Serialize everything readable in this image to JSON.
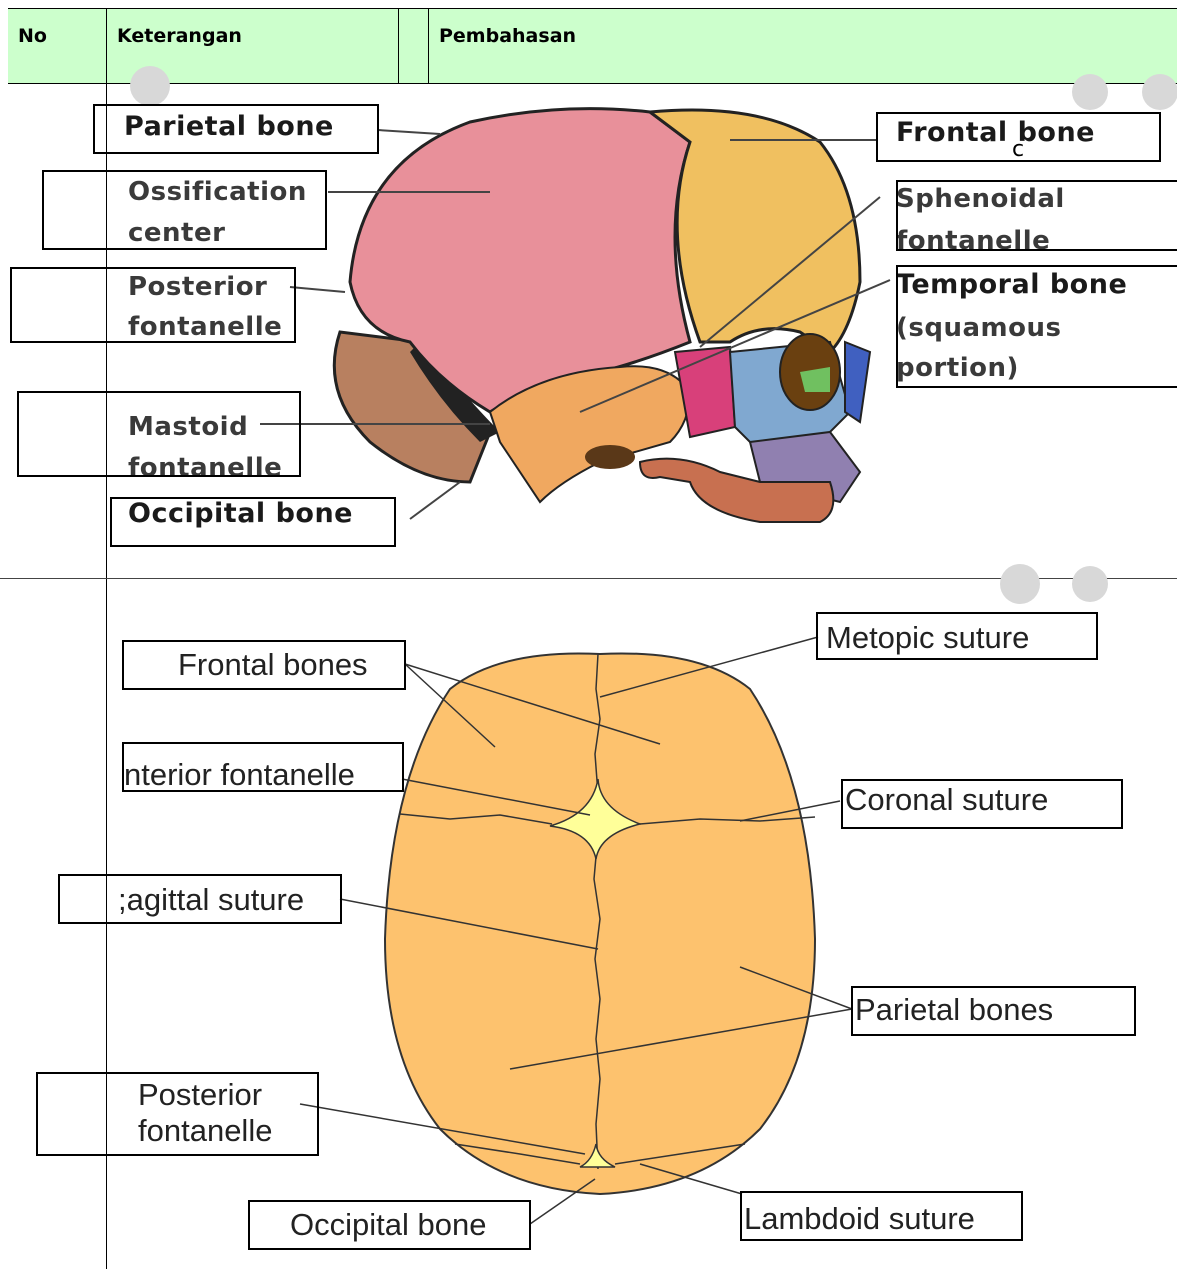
{
  "table": {
    "headers": [
      "No",
      "Keterangan",
      "",
      "Pembahasan"
    ],
    "row1_answer_mark": "c"
  },
  "lateral_skull": {
    "labels": {
      "parietal_bone": "Parietal bone",
      "ossification_center_1": "Ossification",
      "ossification_center_2": "center",
      "posterior_fontanelle_1": "Posterior",
      "posterior_fontanelle_2": "fontanelle",
      "mastoid_fontanelle_1": "Mastoid",
      "mastoid_fontanelle_2": "fontanelle",
      "occipital_bone": "Occipital bone",
      "frontal_bone": "Frontal bone",
      "sphenoidal_fontanelle_1": "Sphenoidal",
      "sphenoidal_fontanelle_2": "fontanelle",
      "temporal_bone_1": "Temporal bone",
      "temporal_bone_2": "(squamous",
      "temporal_bone_3": "portion)"
    },
    "colors": {
      "parietal": "#e8909a",
      "frontal": "#f0c060",
      "temporal": "#f0a860",
      "occipital": "#b88060",
      "sphenoid": "#d8407a",
      "maxilla": "#80a8d0",
      "mandible": "#c87050",
      "lower_face": "#9080b0"
    }
  },
  "superior_skull": {
    "labels": {
      "frontal_bones": "Frontal bones",
      "metopic_suture": "Metopic suture",
      "anterior_fontanelle": "nterior fontanelle",
      "coronal_suture": "Coronal suture",
      "sagittal_suture": ";agittal suture",
      "parietal_bones": "Parietal bones",
      "posterior_fontanelle_1": "Posterior",
      "posterior_fontanelle_2": "fontanelle",
      "occipital_bone": "Occipital bone",
      "lambdoid_suture": "Lambdoid suture"
    },
    "colors": {
      "bone": "#fdc26e",
      "fontanelle": "#ffff99",
      "outline": "#333333"
    }
  }
}
